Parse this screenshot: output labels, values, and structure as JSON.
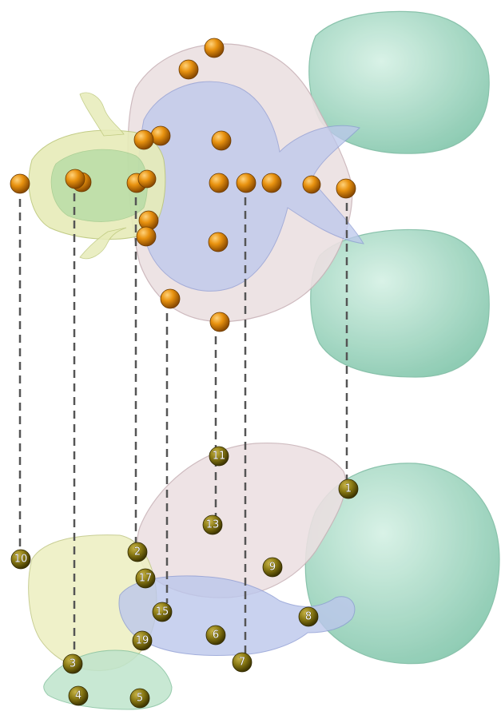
{
  "landmark_labels": [
    {
      "id": "1",
      "text": "1"
    },
    {
      "id": "2",
      "text": "2"
    },
    {
      "id": "3",
      "text": "3"
    },
    {
      "id": "4",
      "text": "4"
    },
    {
      "id": "5",
      "text": "5"
    },
    {
      "id": "6",
      "text": "6"
    },
    {
      "id": "7",
      "text": "7"
    },
    {
      "id": "8",
      "text": "8"
    },
    {
      "id": "9",
      "text": "9"
    },
    {
      "id": "10",
      "text": "10"
    },
    {
      "id": "11",
      "text": "11"
    },
    {
      "id": "13",
      "text": "13"
    },
    {
      "id": "15",
      "text": "15"
    },
    {
      "id": "17",
      "text": "17"
    },
    {
      "id": "19",
      "text": "19"
    }
  ],
  "colors": {
    "landmark_orange": "#e8920f",
    "landmark_olive": "#8a7a14",
    "cerebellum_teal": "#a8dcc6",
    "cerebrum_pink": "#e6d6d6",
    "midbrain_blue": "#b8c4ea",
    "olfactory_yellow": "#e8ecb8",
    "dashed_line": "#555555"
  }
}
